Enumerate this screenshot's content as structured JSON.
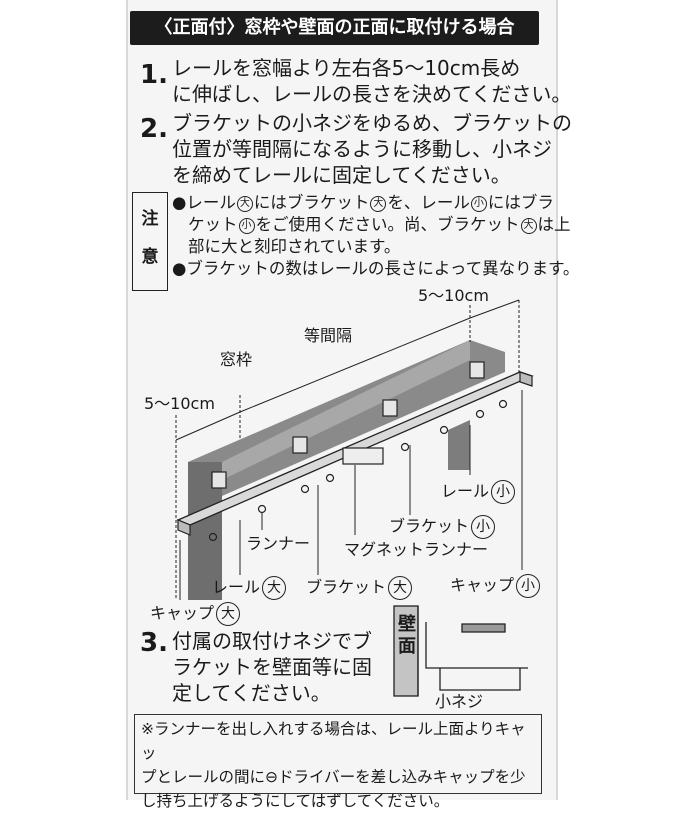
{
  "header": "〈正面付〉窓枠や壁面の正面に取付ける場合",
  "steps": [
    {
      "num": "1.",
      "lines": [
        "レールを窓幅より左右各5～10cm長め",
        "に伸ばし、レールの長さを決めてください。"
      ]
    },
    {
      "num": "2.",
      "lines": [
        "ブラケットの小ネジをゆるめ、ブラケットの",
        "位置が等間隔になるように移動し、小ネジ",
        "を締めてレールに固定してください。"
      ]
    },
    {
      "num": "3.",
      "lines": [
        "付属の取付けネジでブ",
        "ラケットを壁面等に固",
        "定してください。"
      ]
    }
  ],
  "caution": {
    "label_top": "注",
    "label_bottom": "意",
    "bullet": "●",
    "note1_a": "レール",
    "note1_b": "にはブラケット",
    "note1_c": "を、レール",
    "note1_d": "にはブラ",
    "note1_e": "ケット",
    "note1_f": "をご使用ください。尚、ブラケット",
    "note1_g": "は上",
    "note1_h": "部に大と刻印されています。",
    "note2": "ブラケットの数はレールの長さによって異なります。",
    "big": "大",
    "small": "小"
  },
  "diagram": {
    "dim_right": "5～10cm",
    "equal_spacing": "等間隔",
    "window_frame": "窓枠",
    "dim_left": "5～10cm",
    "rail_small": "レール",
    "bracket_small": "ブラケット",
    "runner": "ランナー",
    "magnet_runner": "マグネットランナー",
    "rail_big": "レール",
    "bracket_big": "ブラケット",
    "cap_small": "キャップ",
    "cap_big": "キャップ",
    "wall": "壁面",
    "small_screw": "小ネジ",
    "mark_big": "大",
    "mark_small": "小"
  },
  "bottom_note": [
    "※ランナーを出し入れする場合は、レール上面よりキャッ",
    "プとレールの間に⊖ドライバーを差し込みキャップを少",
    "し持ち上げるようにしてはずしてください。"
  ]
}
